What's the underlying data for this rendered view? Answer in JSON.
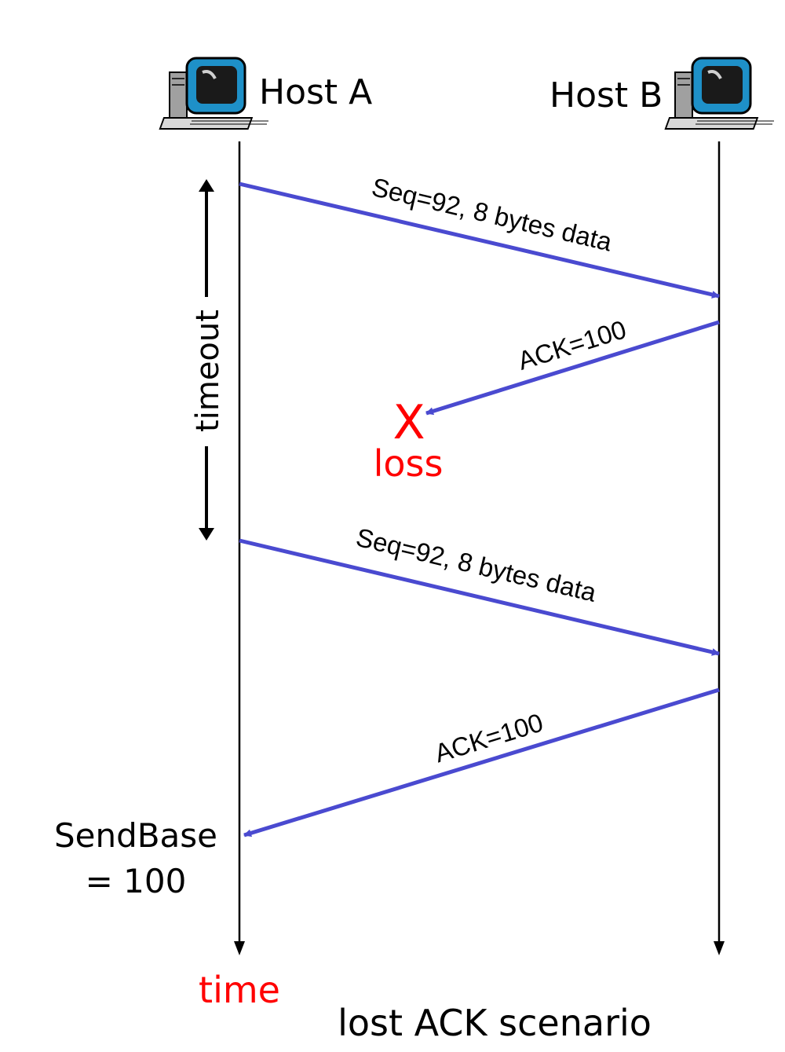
{
  "hosts": {
    "a_label": "Host A",
    "b_label": "Host B",
    "icon": "desktop-computer-icon"
  },
  "messages": [
    {
      "label": "Seq=92, 8 bytes data",
      "from": "Host A",
      "to": "Host B",
      "delivered": true
    },
    {
      "label": "ACK=100",
      "from": "Host B",
      "to": "Host A",
      "delivered": false
    },
    {
      "label": "Seq=92, 8 bytes data",
      "from": "Host A",
      "to": "Host B",
      "delivered": true
    },
    {
      "label": "ACK=100",
      "from": "Host B",
      "to": "Host A",
      "delivered": true
    }
  ],
  "loss": {
    "mark": "X",
    "label": "loss"
  },
  "timeout_label": "timeout",
  "sendbase": {
    "line1": "SendBase",
    "line2": "= 100"
  },
  "time_label": "time",
  "caption": "lost ACK scenario",
  "colors": {
    "arrow": "#4a4ad0",
    "loss": "#ff0000",
    "timeline": "#000000",
    "text": "#000000",
    "monitor_frame": "#1e90c8",
    "monitor_screen": "#1a1a1a"
  }
}
